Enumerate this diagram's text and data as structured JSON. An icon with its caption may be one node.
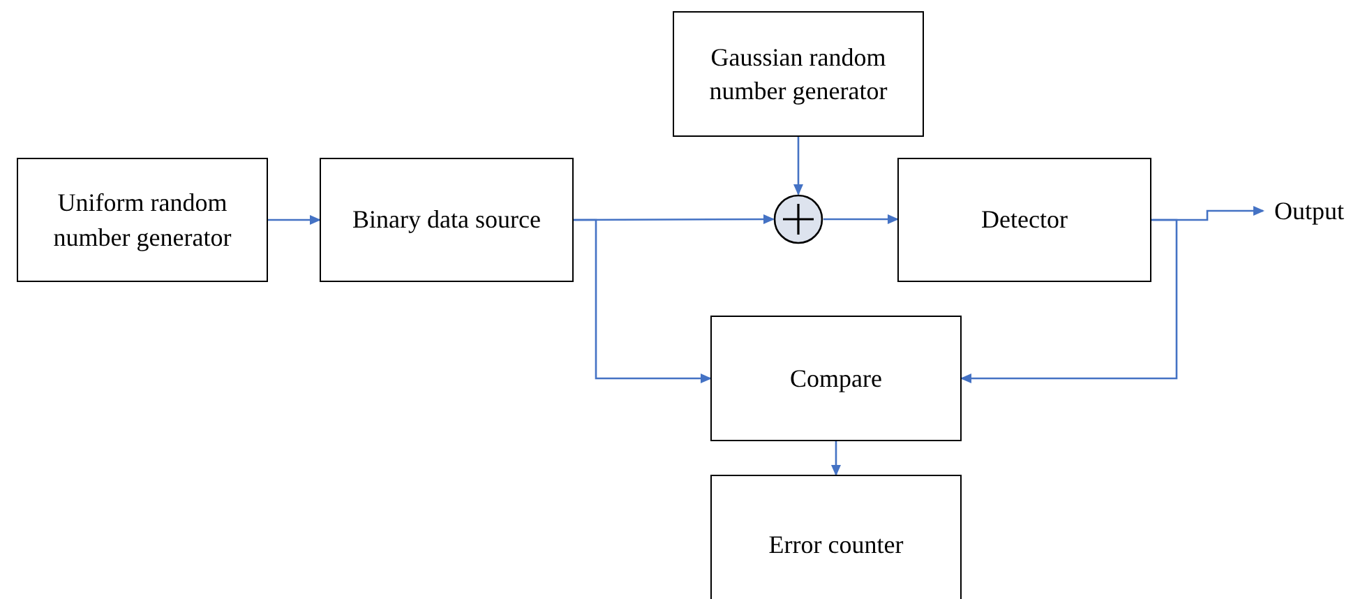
{
  "diagram": {
    "nodes": [
      {
        "text": [
          "Uniform random number generator"
        ]
      },
      {
        "text": [
          "Binary data source"
        ]
      },
      {
        "text": [
          "Gaussian random number generator"
        ]
      },
      {
        "text": [],
        "shape": "circle"
      },
      {
        "text": [
          "Detector"
        ]
      },
      {
        "text": [
          "Output"
        ]
      },
      {
        "text": [
          "Compare"
        ]
      },
      {
        "text": [
          "Error counter"
        ]
      }
    ],
    "edges": [
      {
        "from": 0,
        "to": 1,
        "arrow": "to"
      },
      {
        "from": 1,
        "to": 3,
        "arrow": "to"
      },
      {
        "from": 2,
        "to": 3,
        "arrow": "to"
      },
      {
        "from": 3,
        "to": 4,
        "arrow": "to"
      },
      {
        "from": 4,
        "to": 5,
        "arrow": "to"
      },
      {
        "from": 1,
        "to": 6,
        "arrow": "to"
      },
      {
        "from": 4,
        "to": 6,
        "arrow": "to"
      },
      {
        "from": 6,
        "to": 7,
        "arrow": "to"
      }
    ]
  }
}
